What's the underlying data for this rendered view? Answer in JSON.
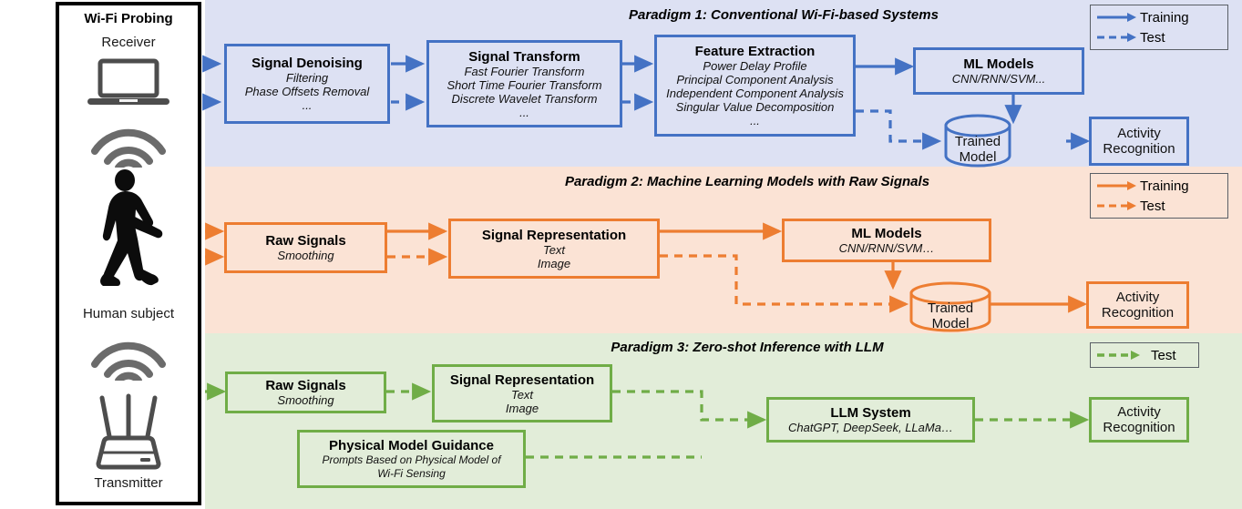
{
  "probing": {
    "title": "Wi-Fi Probing",
    "receiver_label": "Receiver",
    "human_label": "Human subject",
    "transmitter_label": "Transmitter",
    "icons": [
      "laptop-icon",
      "wifi-signal-icon",
      "walking-person-icon",
      "wifi-signal-icon",
      "router-icon"
    ]
  },
  "colors": {
    "paradigm1_accent": "#4472c4",
    "paradigm1_band": "#dde1f3",
    "paradigm2_accent": "#ed7d31",
    "paradigm2_band": "#fbe3d5",
    "paradigm3_accent": "#70ad47",
    "paradigm3_band": "#e2edd9",
    "panel_border": "#000000"
  },
  "paradigms": [
    {
      "id": "paradigm-1",
      "title": "Paradigm 1: Conventional Wi-Fi-based Systems",
      "legend": [
        {
          "label": "Training",
          "style": "solid"
        },
        {
          "label": "Test",
          "style": "dashed"
        }
      ],
      "boxes": [
        {
          "name": "signal-denoising",
          "title": "Signal Denoising",
          "lines": [
            "Filtering",
            "Phase Offsets Removal",
            "..."
          ]
        },
        {
          "name": "signal-transform",
          "title": "Signal Transform",
          "lines": [
            "Fast Fourier Transform",
            "Short Time Fourier Transform",
            "Discrete Wavelet Transform",
            "..."
          ]
        },
        {
          "name": "feature-extraction",
          "title": "Feature Extraction",
          "lines": [
            "Power Delay Profile",
            "Principal Component Analysis",
            "Independent Component Analysis",
            "Singular Value Decomposition",
            "..."
          ]
        },
        {
          "name": "ml-models",
          "title": "ML Models",
          "lines": [
            "CNN/RNN/SVM..."
          ]
        },
        {
          "name": "trained-model",
          "title": "Trained Model",
          "lines": []
        },
        {
          "name": "activity-recognition",
          "title": "Activity Recognition",
          "lines": []
        }
      ]
    },
    {
      "id": "paradigm-2",
      "title": "Paradigm 2: Machine Learning Models with Raw Signals",
      "legend": [
        {
          "label": "Training",
          "style": "solid"
        },
        {
          "label": "Test",
          "style": "dashed"
        }
      ],
      "boxes": [
        {
          "name": "raw-signals",
          "title": "Raw Signals",
          "lines": [
            "Smoothing"
          ]
        },
        {
          "name": "signal-representation",
          "title": "Signal Representation",
          "lines": [
            "Text",
            "Image"
          ]
        },
        {
          "name": "ml-models",
          "title": "ML Models",
          "lines": [
            "CNN/RNN/SVM…"
          ]
        },
        {
          "name": "trained-model",
          "title": "Trained Model",
          "lines": []
        },
        {
          "name": "activity-recognition",
          "title": "Activity Recognition",
          "lines": []
        }
      ]
    },
    {
      "id": "paradigm-3",
      "title": "Paradigm 3: Zero-shot Inference with LLM",
      "legend": [
        {
          "label": "Test",
          "style": "dashed"
        }
      ],
      "boxes": [
        {
          "name": "raw-signals",
          "title": "Raw Signals",
          "lines": [
            "Smoothing"
          ]
        },
        {
          "name": "signal-representation",
          "title": "Signal Representation",
          "lines": [
            "Text",
            "Image"
          ]
        },
        {
          "name": "physical-model-guidance",
          "title": "Physical Model Guidance",
          "lines": [
            "Prompts Based on Physical Model of",
            "Wi-Fi Sensing"
          ]
        },
        {
          "name": "llm-system",
          "title": "LLM System",
          "lines": [
            "ChatGPT, DeepSeek, LLaMa…"
          ]
        },
        {
          "name": "activity-recognition",
          "title": "Activity Recognition",
          "lines": []
        }
      ]
    }
  ],
  "activity_recognition_lines": {
    "line1": "Activity",
    "line2": "Recognition"
  },
  "trained_model_label": "Trained Model"
}
